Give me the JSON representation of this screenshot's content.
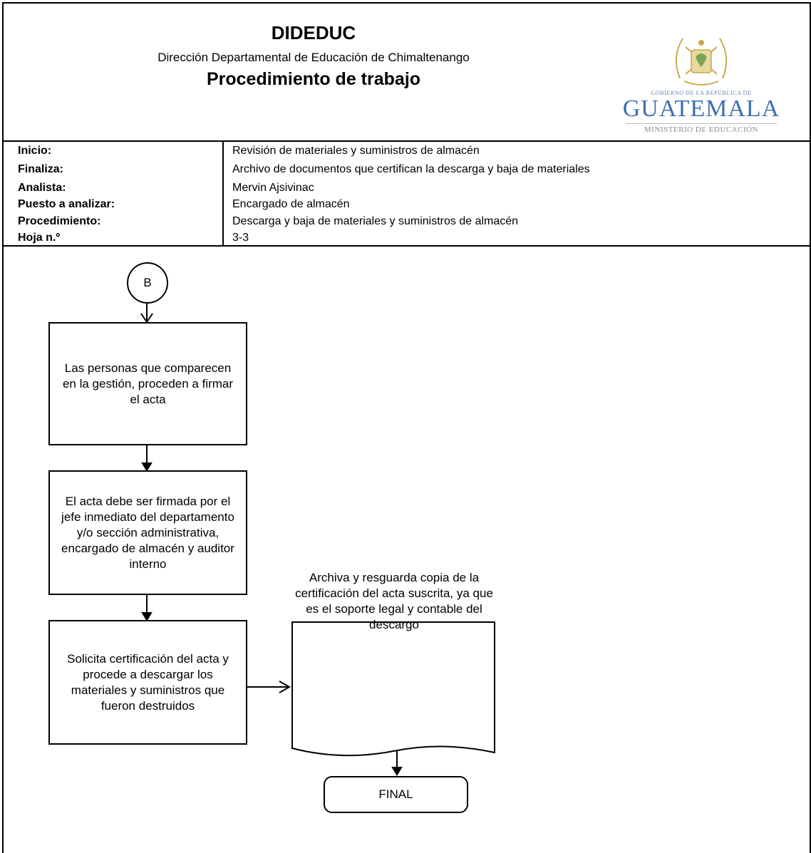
{
  "header": {
    "org": "DIDEDUC",
    "subtitle": "Dirección Departamental de Educación de Chimaltenango",
    "title": "Procedimiento de trabajo",
    "logo": {
      "gobierno": "GOBIERNO DE LA REPÚBLICA DE",
      "country": "GUATEMALA",
      "ministry": "MINISTERIO DE EDUCACIÓN",
      "colors": {
        "primary": "#3d6fae",
        "gold": "#c9a94a"
      }
    }
  },
  "info": [
    {
      "label": "Inicio:",
      "value": "Revisión de materiales y suministros de almacén"
    },
    {
      "label": "Finaliza:",
      "value": "Archivo de documentos que certifican la descarga y baja de materiales"
    },
    {
      "label": "Analista:",
      "value": "Mervin Ajsivinac"
    },
    {
      "label": "Puesto a analizar:",
      "value": "Encargado de almacén"
    },
    {
      "label": "Procedimiento:",
      "value": "Descarga y baja de materiales y suministros de almacén"
    },
    {
      "label": "Hoja n.º",
      "value": "3-3"
    }
  ],
  "flow": {
    "connector": "B",
    "step1": "Las personas que comparecen en la gestión, proceden a firmar el acta",
    "step2": "El acta debe ser firmada por el jefe inmediato del departamento y/o sección administrativa, encargado de almacén y auditor interno",
    "step3": "Solicita certificación del acta y procede a descargar los materiales y suministros que fueron destruidos",
    "document": "Archiva y resguarda copia de la certificación del acta suscrita, ya que es el soporte legal y contable del descargo",
    "end": "FINAL"
  }
}
